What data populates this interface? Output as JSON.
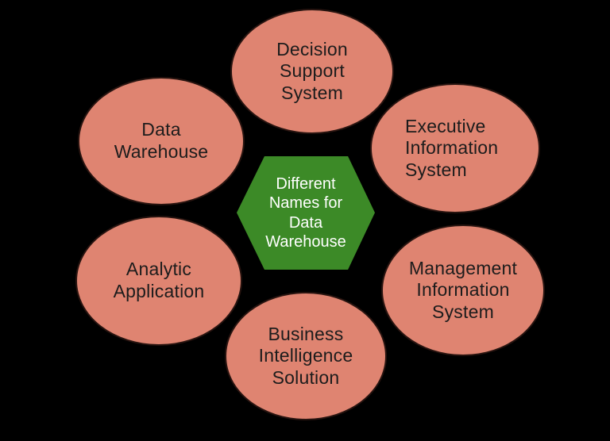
{
  "title": "Different Names for Data Warehouse diagram",
  "colors": {
    "background": "#000000",
    "ellipse-fill": "#df8471",
    "ellipse-text": "#1c1c1c",
    "hexagon-fill": "#3c8a27",
    "hexagon-text": "#ffffff"
  },
  "hexagon": {
    "lines": [
      "Different",
      "Names for",
      "Data",
      "Warehouse"
    ]
  },
  "nodes": [
    {
      "id": "decision-support-system",
      "lines": [
        "Decision",
        "Support",
        "System"
      ]
    },
    {
      "id": "executive-information-system",
      "lines": [
        "Executive",
        "Information",
        "System"
      ]
    },
    {
      "id": "management-information-system",
      "lines": [
        "Management",
        "Information",
        "System"
      ]
    },
    {
      "id": "business-intelligence-solution",
      "lines": [
        "Business",
        "Intelligence",
        "Solution"
      ]
    },
    {
      "id": "analytic-application",
      "lines": [
        "Analytic",
        "Application"
      ]
    },
    {
      "id": "data-warehouse",
      "lines": [
        "Data",
        "Warehouse"
      ]
    }
  ]
}
